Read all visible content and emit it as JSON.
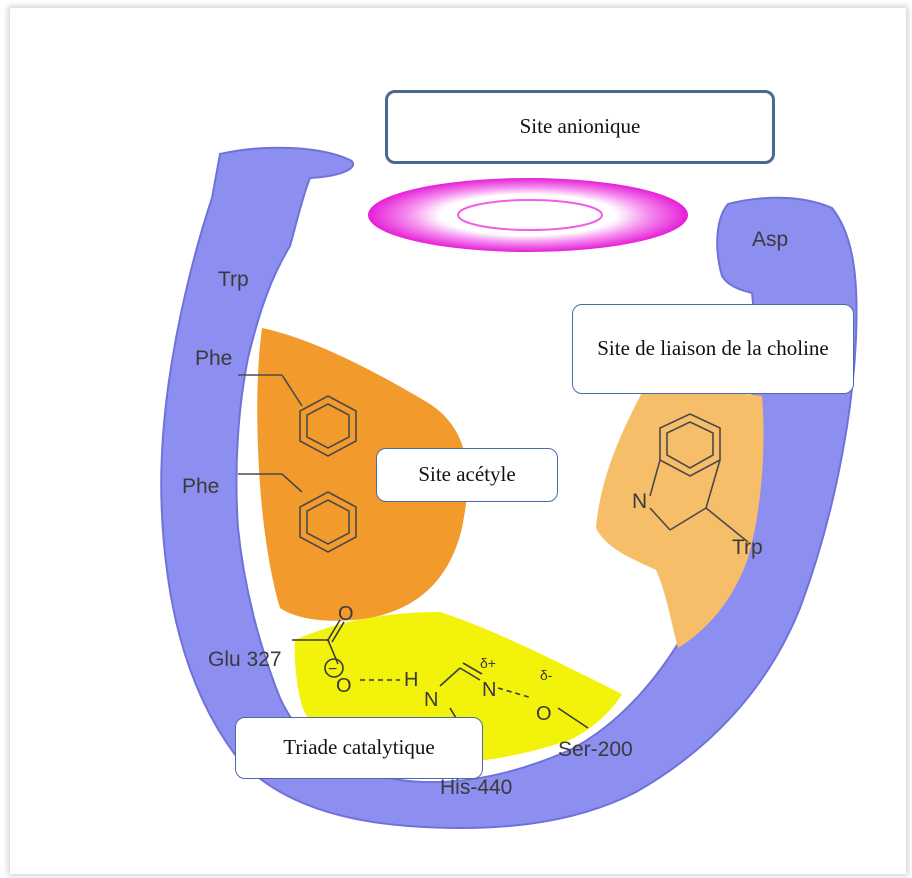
{
  "colors": {
    "protein": "#8d8ff0",
    "protein_stroke": "#6f72d8",
    "anionic_ring": "#f23ee4",
    "acetyl_site": "#f39a2c",
    "choline_site": "#f7be6a",
    "triad_site": "#f3f20a",
    "callout_border": "#4a6ba8"
  },
  "callouts": {
    "anionic": "Site anionique",
    "choline": "Site de liaison de la choline",
    "acetyl": "Site acétyle",
    "triad": "Triade catalytique"
  },
  "residues": {
    "trp_left": "Trp",
    "asp": "Asp",
    "phe_top": "Phe",
    "phe_bottom": "Phe",
    "trp_right": "Trp",
    "indole_n": "N",
    "glu": "Glu 327",
    "his": "His-440",
    "ser": "Ser-200"
  },
  "triad_atoms": {
    "o_carbonyl": "O",
    "o_carboxylate": "O",
    "minus": "−",
    "h": "H",
    "n1": "N",
    "n2": "N",
    "o_ser": "O",
    "delta_plus": "δ+",
    "delta_minus": "δ-"
  }
}
